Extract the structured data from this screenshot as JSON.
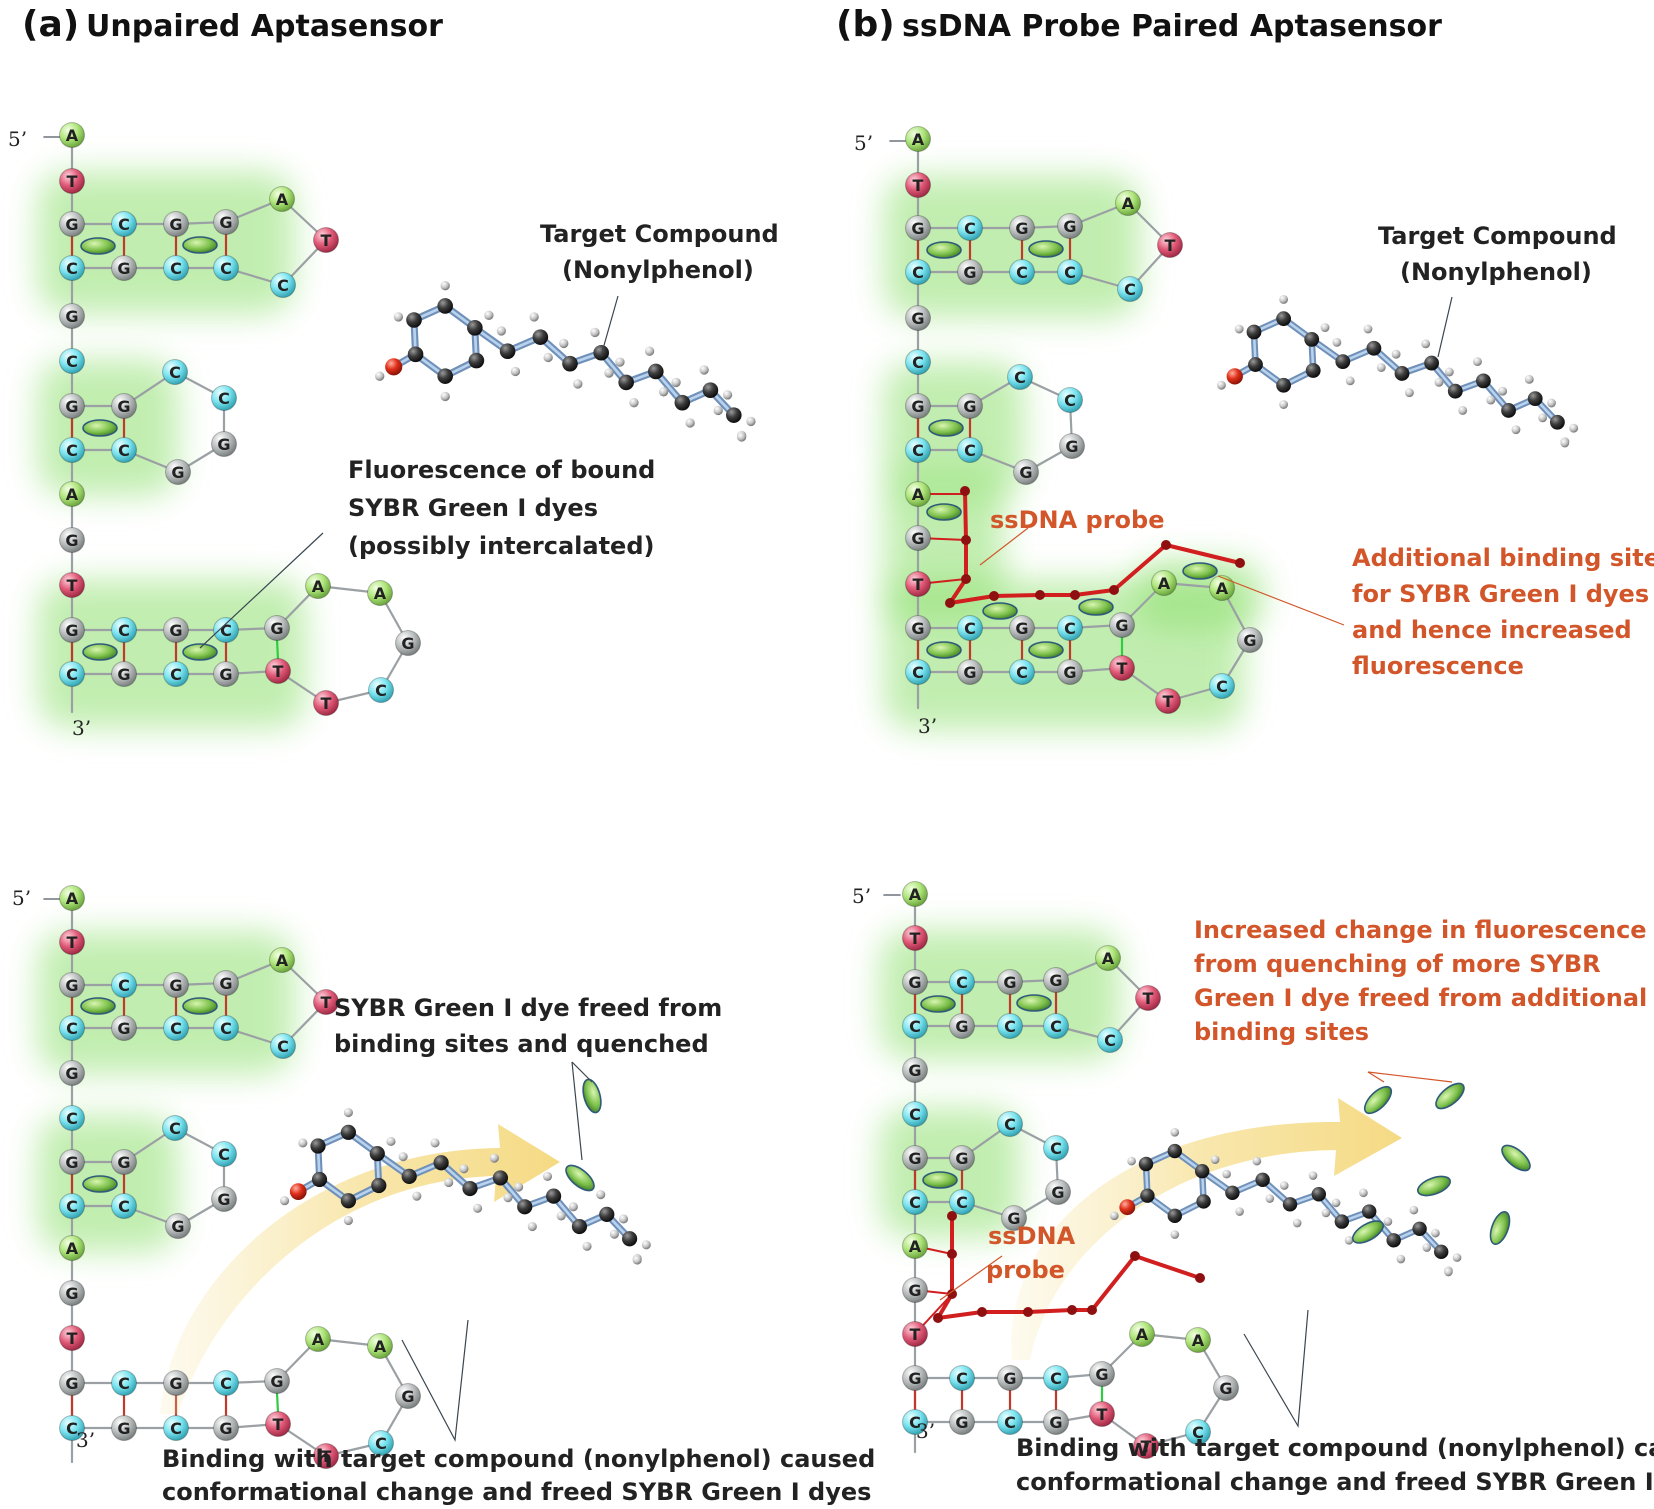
{
  "panel_a": {
    "letter": "(a)",
    "title": "Unpaired Aptasensor"
  },
  "panel_b": {
    "letter": "(b)",
    "title": "ssDNA Probe Paired Aptasensor"
  },
  "ends": {
    "five": "5’",
    "three": "3’"
  },
  "labels": {
    "target_line1": "Target Compound",
    "target_line2": "(Nonylphenol)",
    "fluor_line1": "Fluorescence of bound",
    "fluor_line2": "SYBR Green I dyes",
    "fluor_line3": "(possibly intercalated)",
    "probe": "ssDNA probe",
    "probe_line1": "ssDNA",
    "probe_line2": "probe",
    "additional_line1": "Additional binding sites",
    "additional_line2": "for SYBR Green I dyes",
    "additional_line3": "and hence increased",
    "additional_line4": "fluorescence",
    "freed_line1": "SYBR Green I dye freed from",
    "freed_line2": "binding sites and quenched",
    "increased_line1": "Increased change in fluorescence",
    "increased_line2": "from quenching of more SYBR",
    "increased_line3": "Green I dye freed from additional",
    "increased_line4": "binding sites",
    "binding_line1": "Binding with target compound (nonylphenol) caused",
    "binding_line2": "conformational change and freed SYBR Green I dyes"
  },
  "colors": {
    "A": "#aee57a",
    "T": "#e05a78",
    "G": "#b9bdbd",
    "C": "#7ae3ef",
    "glow": "#8fe070",
    "probe": "#d11f1f",
    "label_red": "#d2562a",
    "arrow": "#f5dd8a"
  }
}
